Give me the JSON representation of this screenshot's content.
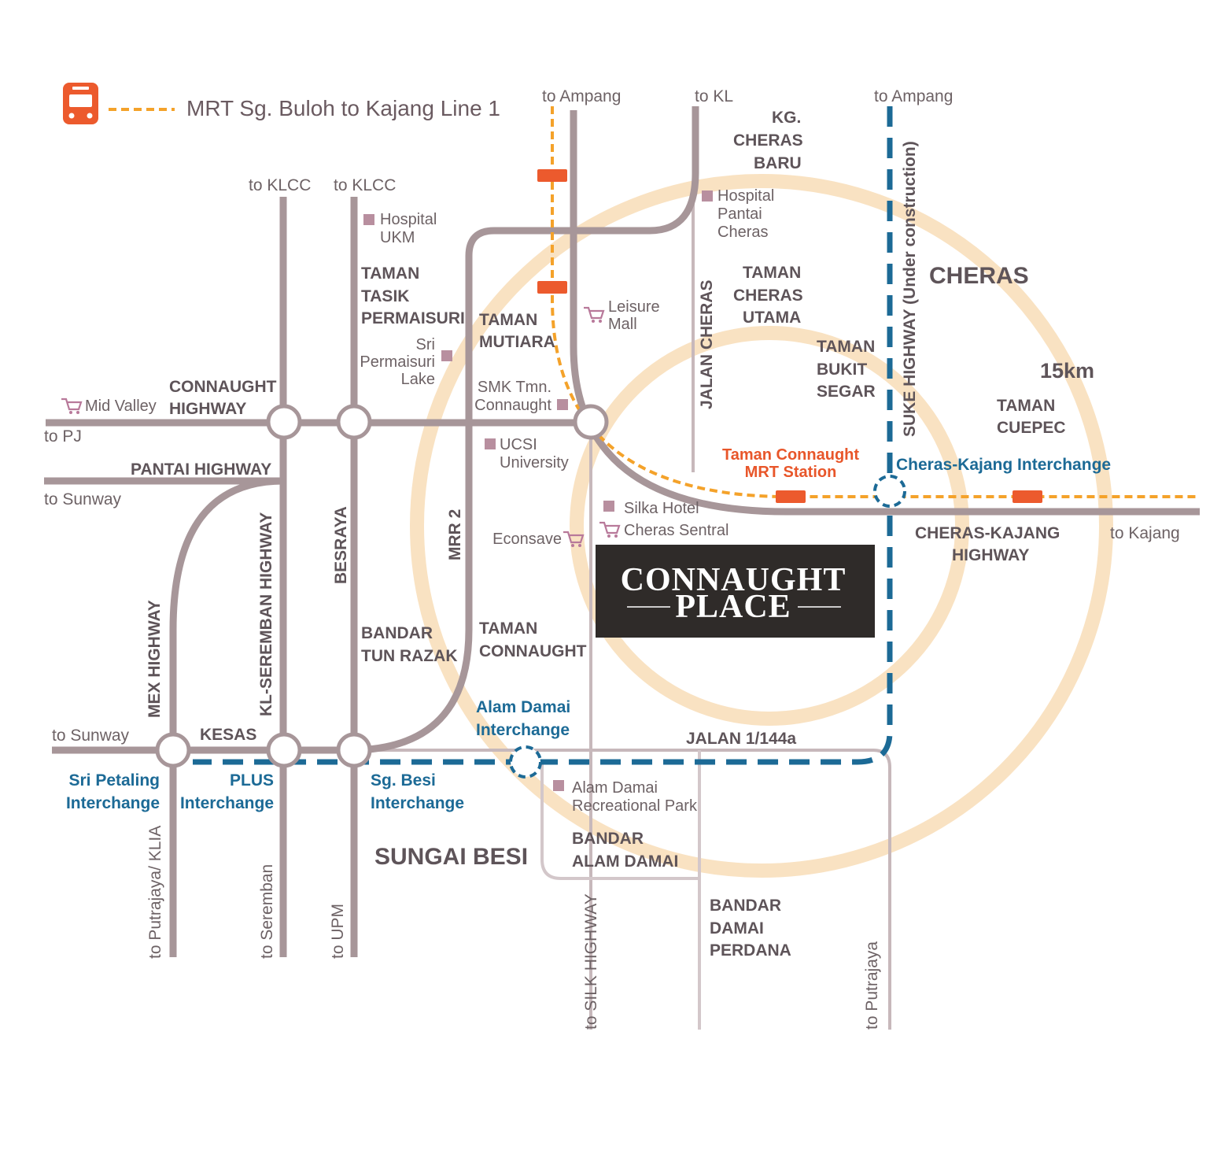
{
  "legend": {
    "label": "MRT Sg. Buloh to Kajang Line 1",
    "icon": "mrt-train-icon"
  },
  "colors": {
    "road": "#a79699",
    "mrt_line": "#f4a22a",
    "mrt_station": "#ec5a2d",
    "interchange_blue": "#1c6a96",
    "radius_ring": "#f9e2c2",
    "logo_bg": "#2f2b29"
  },
  "directions": {
    "to_ampang_1": "to Ampang",
    "to_kl": "to KL",
    "to_ampang_2": "to Ampang",
    "to_klcc_1": "to KLCC",
    "to_klcc_2": "to KLCC",
    "to_pj": "to PJ",
    "to_sunway_1": "to Sunway",
    "to_sunway_2": "to Sunway",
    "to_kajang": "to Kajang",
    "to_putrajaya_klia": "to Putrajaya/ KLIA",
    "to_seremban": "to Seremban",
    "to_upm": "to UPM",
    "to_silk_highway": "to SILK HIGHWAY",
    "to_putrajaya": "to Putrajaya"
  },
  "roads": {
    "connaught_1": "CONNAUGHT",
    "connaught_2": "HIGHWAY",
    "pantai": "PANTAI HIGHWAY",
    "kl_seremban": "KL-SEREMBAN HIGHWAY",
    "besraya": "BESRAYA",
    "mrr2": "MRR 2",
    "mex": "MEX HIGHWAY",
    "kesas": "KESAS",
    "jalan_cheras": "JALAN CHERAS",
    "suke": "SUKE HIGHWAY (Under construction)",
    "cheras_kajang_1": "CHERAS-KAJANG",
    "cheras_kajang_2": "HIGHWAY",
    "jalan_144a": "JALAN 1/144a"
  },
  "areas": {
    "kg_cheras_baru": [
      "KG.",
      "CHERAS",
      "BARU"
    ],
    "taman_tasik_permaisuri": [
      "TAMAN",
      "TASIK",
      "PERMAISURI"
    ],
    "taman_mutiara": [
      "TAMAN",
      "MUTIARA"
    ],
    "taman_cheras_utama": [
      "TAMAN",
      "CHERAS",
      "UTAMA"
    ],
    "taman_bukit_segar": [
      "TAMAN",
      "BUKIT",
      "SEGAR"
    ],
    "taman_cuepec": [
      "TAMAN",
      "CUEPEC"
    ],
    "bandar_tun_razak": [
      "BANDAR",
      "TUN RAZAK"
    ],
    "taman_connaught": [
      "TAMAN",
      "CONNAUGHT"
    ],
    "bandar_alam_damai": [
      "BANDAR",
      "ALAM DAMAI"
    ],
    "bandar_damai_perdana": [
      "BANDAR",
      "DAMAI",
      "PERDANA"
    ],
    "cheras": "CHERAS",
    "sungai_besi": "SUNGAI BESI",
    "radius": "15km"
  },
  "pois": {
    "hospital_ukm": [
      "Hospital",
      "UKM"
    ],
    "hospital_pantai": [
      "Hospital",
      "Pantai",
      "Cheras"
    ],
    "leisure_mall": [
      "Leisure",
      "Mall"
    ],
    "sri_permaisuri_lake": [
      "Sri",
      "Permaisuri",
      "Lake"
    ],
    "smk": [
      "SMK Tmn.",
      "Connaught"
    ],
    "mid_valley": "Mid Valley",
    "ucsi": [
      "UCSI",
      "University"
    ],
    "silka_hotel": "Silka Hotel",
    "cheras_sentral": "Cheras Sentral",
    "econsave": "Econsave",
    "alam_damai_park": [
      "Alam Damai",
      "Recreational Park"
    ]
  },
  "interchanges": {
    "cheras_kajang": "Cheras-Kajang Interchange",
    "alam_damai": [
      "Alam Damai",
      "Interchange"
    ],
    "sri_petaling": [
      "Sri Petaling",
      "Interchange"
    ],
    "plus": [
      "PLUS",
      "Interchange"
    ],
    "sg_besi": [
      "Sg. Besi",
      "Interchange"
    ]
  },
  "station": [
    "Taman Connaught",
    "MRT Station"
  ],
  "logo": {
    "line1": "CONNAUGHT",
    "line2": "PLACE"
  }
}
